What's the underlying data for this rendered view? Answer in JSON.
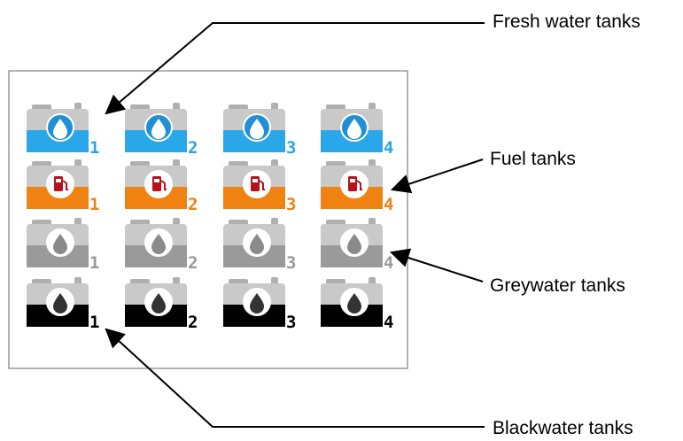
{
  "callouts": {
    "fresh": "Fresh water tanks",
    "fuel": "Fuel tanks",
    "grey": "Greywater tanks",
    "black": "Blackwater tanks"
  },
  "tank_rows": [
    {
      "kind": "fresh",
      "icon": "water-drop-icon",
      "fill_color": "#29a7e8",
      "icon_bg": "#1f8fd6",
      "icon_color": "#ffffff",
      "numbers": [
        "1",
        "2",
        "3",
        "4"
      ],
      "number_color": "#29a7e8"
    },
    {
      "kind": "fuel",
      "icon": "fuel-pump-icon",
      "fill_color": "#f08212",
      "icon_bg": "#ffffff",
      "icon_color": "#b5121b",
      "numbers": [
        "1",
        "2",
        "3",
        "4"
      ],
      "number_color": "#f08212"
    },
    {
      "kind": "grey",
      "icon": "water-drop-icon",
      "fill_color": "#9a9a9a",
      "icon_bg": "#ffffff",
      "icon_color": "#8a8a8a",
      "numbers": [
        "1",
        "2",
        "3",
        "4"
      ],
      "number_color": "#9a9a9a"
    },
    {
      "kind": "black",
      "icon": "water-drop-icon",
      "fill_color": "#000000",
      "icon_bg": "#ffffff",
      "icon_color": "#333333",
      "numbers": [
        "1",
        "2",
        "3",
        "4"
      ],
      "number_color": "#000000"
    }
  ],
  "colors": {
    "frame": "#999999",
    "tank_body": "#c9c9c9",
    "tank_top": "#b0b0b0",
    "arrow": "#000000"
  }
}
